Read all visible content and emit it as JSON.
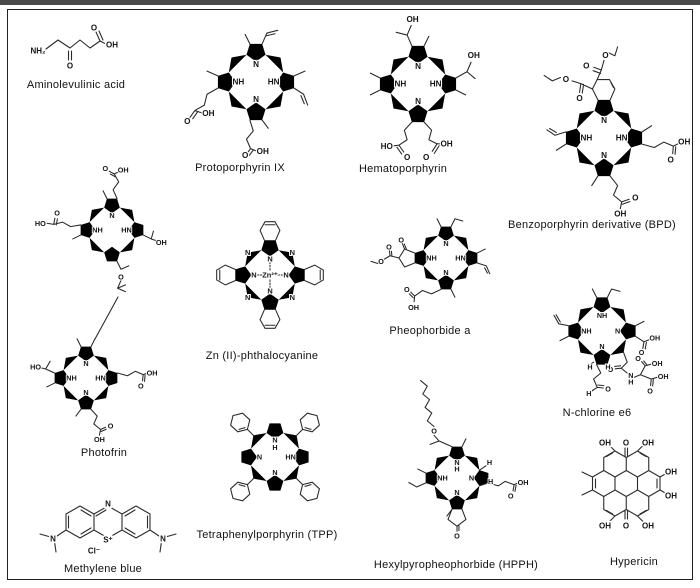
{
  "figure": {
    "background": "#ffffff",
    "frame_color": "#222222",
    "scan_bar_color": "#4a4a4a",
    "bond_color": "#2b2b2b"
  },
  "compounds": [
    {
      "id": "ala",
      "name": "Aminolevulinic acid"
    },
    {
      "id": "ppix",
      "name": "Protoporphyrin IX"
    },
    {
      "id": "hp",
      "name": "Hematoporphyrin"
    },
    {
      "id": "bpd",
      "name": "Benzoporphyrin derivative (BPD)"
    },
    {
      "id": "pf",
      "name": "Photofrin"
    },
    {
      "id": "znpc",
      "name": "Zn (II)-phthalocyanine"
    },
    {
      "id": "pheo",
      "name": "Pheophorbide a"
    },
    {
      "id": "ce6",
      "name": "N-chlorine e6"
    },
    {
      "id": "mb",
      "name": "Methylene blue"
    },
    {
      "id": "tpp",
      "name": "Tetraphenylporphyrin (TPP)"
    },
    {
      "id": "hpph",
      "name": "Hexylpyropheophorbide (HPPH)"
    },
    {
      "id": "hyp",
      "name": "Hypericin"
    }
  ],
  "atoms": {
    "ala": [
      [
        "NH₂",
        30,
        31
      ],
      [
        "O",
        62,
        46
      ],
      [
        "O",
        86,
        8
      ],
      [
        "OH",
        104,
        25
      ]
    ],
    "ppix": [
      [
        "N",
        0,
        -26
      ],
      [
        "NH",
        -26,
        0
      ],
      [
        "HN",
        26,
        0
      ],
      [
        "N",
        0,
        26
      ],
      [
        "O",
        -101,
        58
      ],
      [
        "OH",
        -70,
        46
      ],
      [
        "O",
        -16,
        108
      ],
      [
        "OH",
        10,
        102
      ]
    ],
    "hp": [
      [
        "OH",
        -8,
        -95
      ],
      [
        "OH",
        82,
        -42
      ],
      [
        "N",
        0,
        -26
      ],
      [
        "NH",
        -26,
        0
      ],
      [
        "HN",
        26,
        0
      ],
      [
        "N",
        0,
        26
      ],
      [
        "HO",
        -46,
        92
      ],
      [
        "O",
        -16,
        108
      ],
      [
        "OH",
        42,
        88
      ],
      [
        "O",
        12,
        108
      ]
    ],
    "bpd": [
      [
        "O",
        -26,
        -106
      ],
      [
        "O",
        2,
        -121
      ],
      [
        "O",
        -36,
        -58
      ],
      [
        "O",
        -56,
        -86
      ],
      [
        "N",
        0,
        -26
      ],
      [
        "NH",
        -26,
        0
      ],
      [
        "HN",
        26,
        0
      ],
      [
        "N",
        0,
        26
      ],
      [
        "OH",
        118,
        6
      ],
      [
        "O",
        98,
        32
      ],
      [
        "O",
        46,
        88
      ],
      [
        "OH",
        24,
        112
      ]
    ],
    "pfa": [
      [
        "O",
        -12,
        -110
      ],
      [
        "OH",
        20,
        -107
      ],
      [
        "HO",
        -128,
        -12
      ],
      [
        "O",
        -98,
        -30
      ],
      [
        "N",
        0,
        -26
      ],
      [
        "NH",
        -26,
        0
      ],
      [
        "HN",
        26,
        0
      ],
      [
        "O",
        16,
        84
      ],
      [
        "OH",
        88,
        22
      ]
    ],
    "pfb": [
      [
        "HO",
        -90,
        -20
      ],
      [
        "N",
        0,
        -26
      ],
      [
        "NH",
        -26,
        0
      ],
      [
        "HN",
        26,
        0
      ],
      [
        "N",
        0,
        26
      ],
      [
        "OH",
        118,
        -9
      ],
      [
        "O",
        98,
        14
      ],
      [
        "O",
        44,
        86
      ],
      [
        "OH",
        24,
        110
      ]
    ],
    "znpc": [
      [
        "N",
        0,
        -26
      ],
      [
        "N",
        26,
        0
      ],
      [
        "N",
        0,
        26
      ],
      [
        "N",
        -26,
        0
      ],
      [
        "N",
        36,
        -36
      ],
      [
        "N",
        -36,
        -36
      ],
      [
        "N",
        36,
        36
      ],
      [
        "N",
        -36,
        36
      ],
      [
        "Zn²⁺",
        0,
        0
      ]
    ],
    "pheo": [
      [
        "O",
        -80,
        -32
      ],
      [
        "O",
        -102,
        -20
      ],
      [
        "O",
        -116,
        6
      ],
      [
        "N",
        0,
        -26
      ],
      [
        "NH",
        -26,
        0
      ],
      [
        "HN",
        26,
        0
      ],
      [
        "N",
        0,
        26
      ],
      [
        "O",
        -70,
        56
      ],
      [
        "OH",
        -58,
        88
      ]
    ],
    "ce6": [
      [
        "NH",
        0,
        -26
      ],
      [
        "NH",
        -26,
        0
      ],
      [
        "N",
        26,
        0
      ],
      [
        "N",
        0,
        26
      ],
      [
        "O",
        66,
        36
      ],
      [
        "OH",
        88,
        12
      ],
      [
        "O",
        14,
        64
      ],
      [
        "N",
        48,
        74
      ],
      [
        "H",
        48,
        85
      ],
      [
        "O",
        60,
        46
      ],
      [
        "OH",
        92,
        54
      ],
      [
        "O",
        80,
        100
      ],
      [
        "OH",
        102,
        76
      ],
      [
        "H",
        -20,
        60
      ],
      [
        "H",
        10,
        60
      ],
      [
        "O",
        10,
        97
      ],
      [
        "H",
        -22,
        104
      ]
    ],
    "mb": [
      [
        "N",
        88,
        14
      ],
      [
        "S⁺",
        88,
        50
      ],
      [
        "N",
        33,
        49
      ],
      [
        "N",
        143,
        49
      ],
      [
        "Cl⁻",
        74,
        61
      ]
    ],
    "tpp": [
      [
        "N",
        0,
        -28
      ],
      [
        "H",
        0,
        -16
      ],
      [
        "N",
        -26,
        0
      ],
      [
        "HN",
        26,
        0
      ],
      [
        "N",
        0,
        26
      ]
    ],
    "hpph": [
      [
        "O",
        -41,
        -84
      ],
      [
        "N",
        0,
        -28
      ],
      [
        "H",
        0,
        -16
      ],
      [
        "NH",
        -26,
        0
      ],
      [
        "N",
        26,
        0
      ],
      [
        "N",
        0,
        26
      ],
      [
        "H",
        58,
        -28
      ],
      [
        "H",
        60,
        6
      ],
      [
        "OH",
        118,
        8
      ],
      [
        "O",
        96,
        32
      ],
      [
        "O",
        0,
        104
      ]
    ],
    "hyp": [
      [
        "OH",
        49,
        5
      ],
      [
        "O",
        70,
        5
      ],
      [
        "OH",
        92,
        5
      ],
      [
        "OH",
        115,
        34
      ],
      [
        "OH",
        115,
        58
      ],
      [
        "OH",
        49,
        88
      ],
      [
        "O",
        70,
        88
      ],
      [
        "OH",
        92,
        88
      ]
    ]
  }
}
